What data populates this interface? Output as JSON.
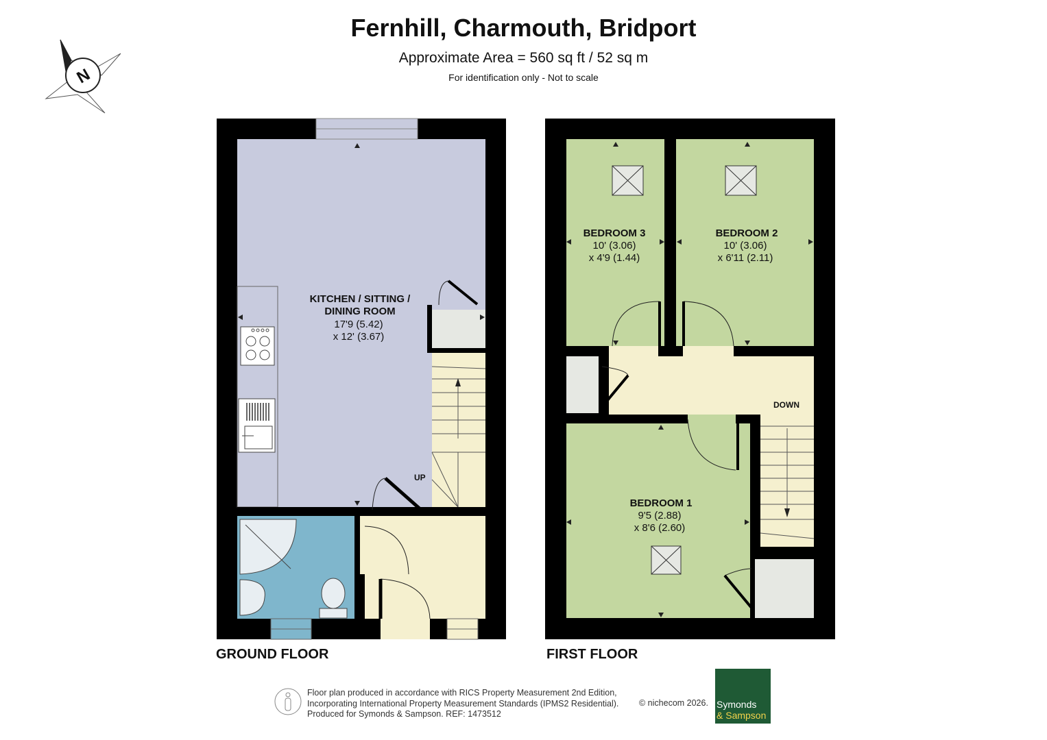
{
  "header": {
    "title": "Fernhill, Charmouth, Bridport",
    "area": "Approximate Area = 560 sq ft / 52 sq m",
    "note": "For identification only - Not to scale"
  },
  "compass": {
    "icon": "compass-north-icon",
    "letter": "N"
  },
  "ground_floor": {
    "label": "GROUND FLOOR",
    "rooms": [
      {
        "name_lines": [
          "KITCHEN / SITTING /",
          "DINING ROOM"
        ],
        "dims": [
          "17'9 (5.42)",
          "x 12' (3.67)"
        ]
      }
    ],
    "stairs_label": "UP"
  },
  "first_floor": {
    "label": "FIRST FLOOR",
    "rooms": [
      {
        "name": "BEDROOM 3",
        "dims": [
          "10' (3.06)",
          "x 4'9 (1.44)"
        ]
      },
      {
        "name": "BEDROOM 2",
        "dims": [
          "10' (3.06)",
          "x 6'11 (2.11)"
        ]
      },
      {
        "name": "BEDROOM 1",
        "dims": [
          "9'5 (2.88)",
          "x 8'6 (2.60)"
        ]
      }
    ],
    "stairs_label": "DOWN"
  },
  "footer": {
    "lines": [
      "Floor plan produced in accordance with RICS Property Measurement 2nd Edition,",
      "Incorporating International Property Measurement Standards (IPMS2 Residential).",
      "Produced for Symonds & Sampson.    REF:  1473512"
    ],
    "copyright": "© nichecom 2026.",
    "brand_line1": "Symonds",
    "brand_line2": "& Sampson"
  },
  "colors": {
    "wall": "#000000",
    "kitchen": "#c8cbde",
    "bathroom": "#7fb6cc",
    "hall": "#f5f0cf",
    "bedroom": "#c3d7a0",
    "cupboard": "#e6e8e3",
    "brand": "#1f5a35"
  }
}
